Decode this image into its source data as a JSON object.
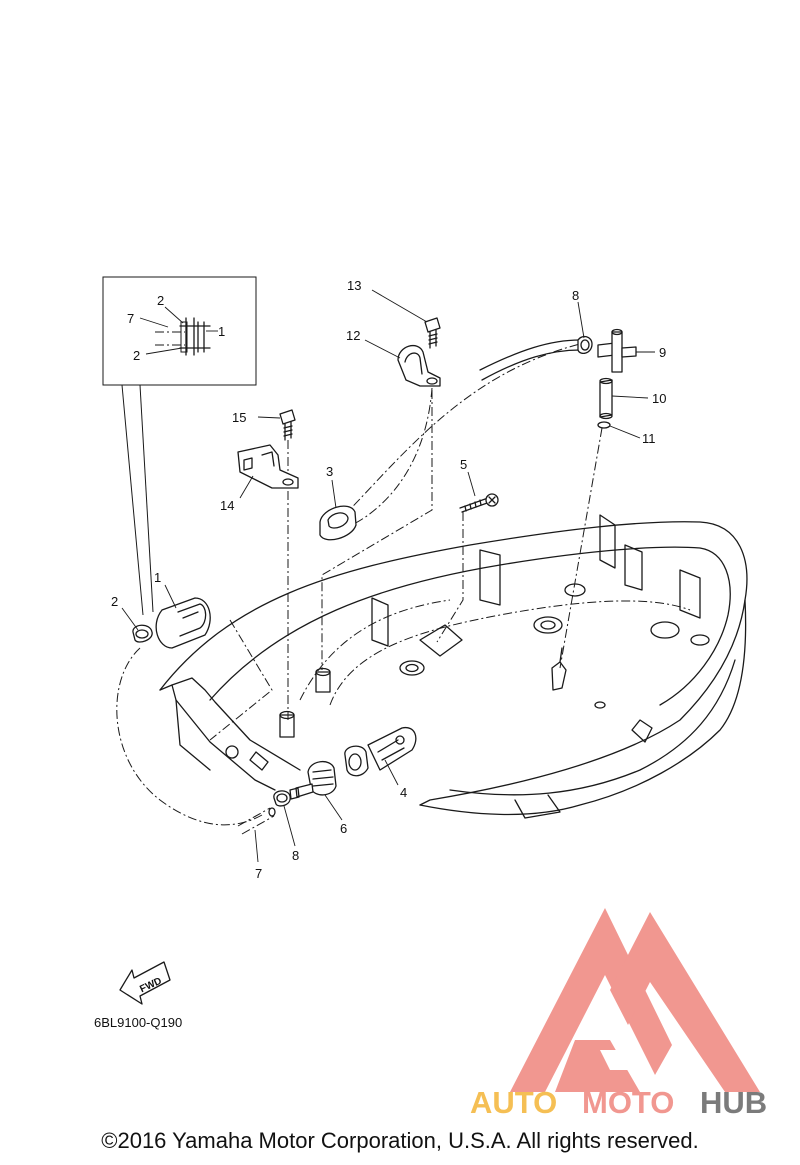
{
  "callouts": {
    "c1": "1",
    "c2": "2",
    "c3": "3",
    "c4": "4",
    "c5": "5",
    "c6": "6",
    "c7": "7",
    "c8": "8",
    "c9": "9",
    "c10": "10",
    "c11": "11",
    "c12": "12",
    "c13": "13",
    "c14": "14",
    "c15": "15"
  },
  "inset": {
    "c1": "1",
    "c2a": "2",
    "c2b": "2",
    "c7": "7"
  },
  "fwd_label": "FWD",
  "drawing_code": "6BL9100-Q190",
  "watermark": {
    "auto": "AUTO",
    "moto": "MOTO",
    "hub": "HUB",
    "color_primary": "#f08c84",
    "color_secondary": "#f5b942",
    "color_dark": "#6d6d6d"
  },
  "copyright": "©2016 Yamaha Motor Corporation, U.S.A. All rights reserved."
}
